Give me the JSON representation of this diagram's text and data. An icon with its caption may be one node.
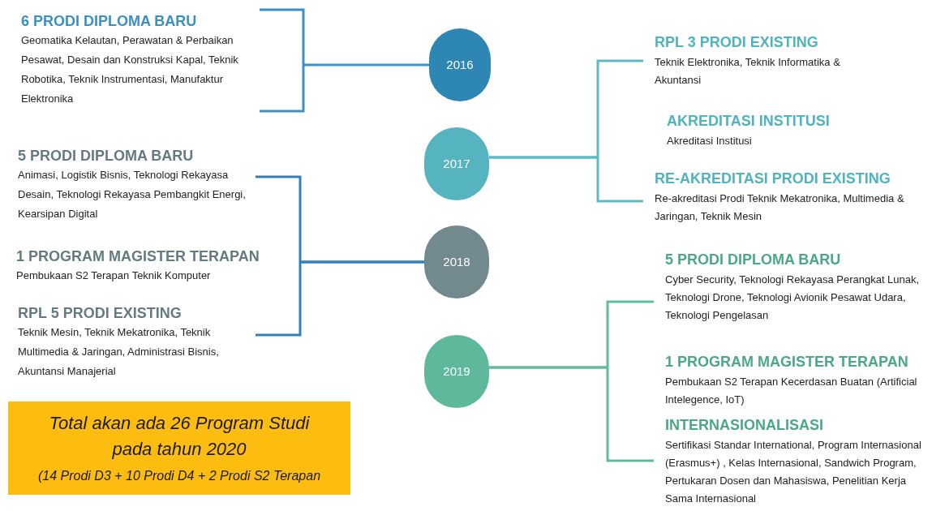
{
  "diagram": {
    "nodes": [
      {
        "text": [
          "2016"
        ]
      },
      {
        "text": [
          "2017"
        ]
      },
      {
        "text": [
          "2018"
        ]
      },
      {
        "text": [
          "2019"
        ]
      },
      {
        "text": [
          "6 PRODI DIPLOMA BARU",
          "Geomatika Kelautan, Perawatan & Perbaikan Pesawat, Desain dan Konstruksi Kapal, Teknik Robotika, Teknik Instrumentasi, Manufaktur Elektronika"
        ]
      },
      {
        "text": [
          "5 PRODI DIPLOMA BARU",
          "Animasi, Logistik Bisnis, Teknologi Rekayasa Desain, Teknologi Rekayasa Pembangkit Energi, Kearsipan Digital"
        ]
      },
      {
        "text": [
          "1 PROGRAM MAGISTER TERAPAN",
          "Pembukaan S2 Terapan Teknik Komputer"
        ]
      },
      {
        "text": [
          "RPL 5 PRODI EXISTING",
          "Teknik Mesin, Teknik Mekatronika, Teknik Multimedia & Jaringan, Administrasi Bisnis, Akuntansi Manajerial"
        ]
      },
      {
        "text": [
          "RPL 3 PRODI EXISTING",
          "Teknik Elektronika, Teknik Informatika & Akuntansi"
        ]
      },
      {
        "text": [
          "AKREDITASI INSTITUSI",
          "Akreditasi Institusi"
        ]
      },
      {
        "text": [
          "RE-AKREDITASI PRODI EXISTING",
          "Re-akreditasi Prodi Teknik Mekatronika, Multimedia & Jaringan, Teknik Mesin"
        ]
      },
      {
        "text": [
          "5 PRODI DIPLOMA BARU",
          "Cyber Security, Teknologi Rekayasa Perangkat Lunak, Teknologi Drone, Teknologi Avionik Pesawat Udara, Teknologi Pengelasan"
        ]
      },
      {
        "text": [
          "1 PROGRAM MAGISTER TERAPAN",
          "Pembukaan S2 Terapan Kecerdasan Buatan (Artificial Intelegence, IoT)"
        ]
      },
      {
        "text": [
          "INTERNASIONALISASI",
          "Sertifikasi Standar International, Program Internasional (Erasmus+) , Kelas Internasional, Sandwich Program, Pertukaran Dosen dan Mahasiswa, Penelitian Kerja Sama Internasional"
        ]
      },
      {
        "text": [
          "Total akan ada 26 Program Studi pada tahun 2020",
          "(14 Prodi D3 + 10 Prodi D4 + 2 Prodi S2 Terapan"
        ]
      }
    ],
    "edges": [
      {
        "from": 0,
        "to": 4,
        "arrow": "none",
        "color": "#3a8fc4"
      },
      {
        "from": 1,
        "to": 8,
        "arrow": "none",
        "color": "#5bbac6"
      },
      {
        "from": 1,
        "to": 10,
        "arrow": "none",
        "color": "#5bbac6"
      },
      {
        "from": 2,
        "to": 5,
        "arrow": "none",
        "color": "#2f7fc1"
      },
      {
        "from": 2,
        "to": 7,
        "arrow": "none",
        "color": "#2f7fc1"
      },
      {
        "from": 3,
        "to": 11,
        "arrow": "none",
        "color": "#63bb9e"
      },
      {
        "from": 3,
        "to": 13,
        "arrow": "none",
        "color": "#63bb9e"
      }
    ]
  }
}
